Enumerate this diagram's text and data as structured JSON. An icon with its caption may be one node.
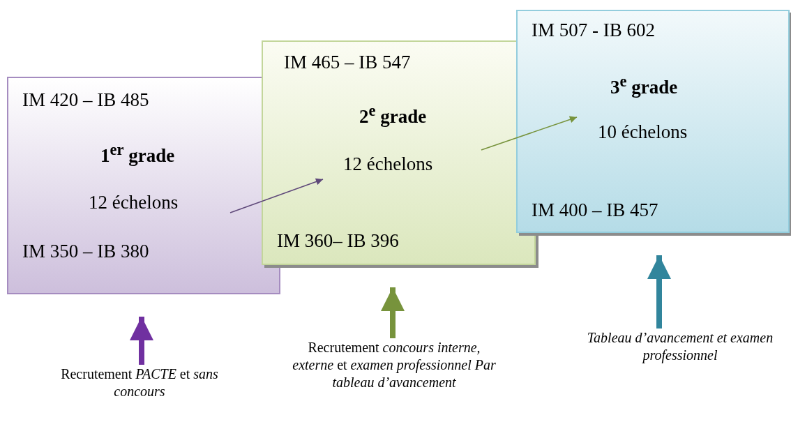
{
  "diagram": {
    "nodes": [
      {
        "text": [
          "IM 420 – IB 485",
          "1$^{er}$ grade",
          "12 échelons",
          "IM 350 – IB 380"
        ]
      },
      {
        "text": [
          "IM 465 – IB 547",
          "2$^{e}$ grade",
          "12 échelons",
          "IM 360– IB 396"
        ]
      },
      {
        "text": [
          "IM 507 - IB 602",
          "3$^{e}$ grade",
          "10 échelons",
          "IM 400 – IB 457"
        ]
      },
      {
        "text": [
          "Recrutement *PACTE* et *sans concours*"
        ]
      },
      {
        "text": [
          "Recrutement *concours interne, externe* et *examen professionnel Par tableau d’avancement*"
        ]
      },
      {
        "text": [
          "*Tableau d’avancement et examen professionnel*"
        ]
      }
    ],
    "edges": [
      {
        "from": 0,
        "to": 1,
        "arrow": "to",
        "color": "#5f497a"
      },
      {
        "from": 1,
        "to": 2,
        "arrow": "to",
        "color": "#77933c"
      },
      {
        "from": 3,
        "to": 0,
        "arrow": "to",
        "color": "#7030a0"
      },
      {
        "from": 4,
        "to": 1,
        "arrow": "to",
        "color": "#77933c"
      },
      {
        "from": 5,
        "to": 2,
        "arrow": "to",
        "color": "#31859c"
      }
    ]
  }
}
